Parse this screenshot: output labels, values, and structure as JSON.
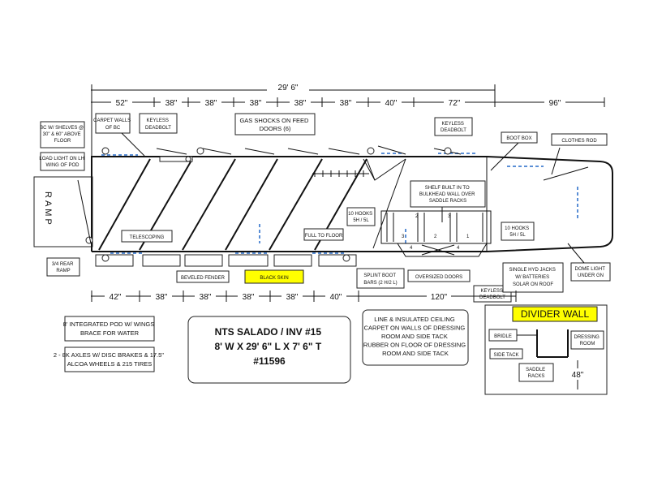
{
  "top_dims": {
    "overall": "29' 6\"",
    "segments": [
      "52\"",
      "38\"",
      "38\"",
      "38\"",
      "38\"",
      "38\"",
      "40\"",
      "72\""
    ],
    "nose": "96\""
  },
  "bottom_dims": {
    "segments": [
      "42\"",
      "38\"",
      "38\"",
      "38\"",
      "38\"",
      "40\""
    ],
    "rear": "120\""
  },
  "callouts": {
    "bc_shelves": [
      "BC W/ SHELVES @",
      "30\" & 60\" ABOVE",
      "FLOOR"
    ],
    "load_light": [
      "LOAD LIGHT ON LH",
      "WING OF POD"
    ],
    "carpet_walls": [
      "CARPET WALLS",
      "OF BC"
    ],
    "keyless_1": [
      "KEYLESS",
      "DEADBOLT"
    ],
    "gas_shocks": [
      "GAS SHOCKS ON FEED",
      "DOORS (6)"
    ],
    "keyless_2": [
      "KEYLESS",
      "DEADBOLT"
    ],
    "boot_box": "BOOT BOX",
    "clothes_rod": "CLOTHES ROD",
    "shelf_built": [
      "SHELF BUILT IN TO",
      "BULKHEAD WALL OVER",
      "SADDLE RACKS"
    ],
    "hooks_left": [
      "10 HOOKS",
      "5H / 5L"
    ],
    "hooks_right": [
      "10 HOOKS",
      "5H / 5L"
    ],
    "ramp": "RAMP",
    "telescoping": "TELESCOPING",
    "full_to_floor": "FULL TO FLOOR",
    "rear_ramp": [
      "3/4 REAR",
      "RAMP"
    ],
    "beveled_fender": "BEVELED FENDER",
    "black_skin": "BLACK SKIN",
    "splint_boot": [
      "SPLINT BOOT",
      "BARS (2 H/2 L)"
    ],
    "oversized_doors": "OVERSIZED DOORS",
    "keyless_3": [
      "KEYLESS",
      "DEADBOLT"
    ],
    "hyd_jacks": [
      "SINGLE HYD JACKS",
      "W/ BATTERIES",
      "SOLAR ON ROOF"
    ],
    "dome_light": [
      "DOME LIGHT",
      "UNDER GN"
    ],
    "rack_numbers": [
      "3",
      "2",
      "1",
      "2",
      "3",
      "4",
      "4"
    ]
  },
  "notes": {
    "pod": [
      "8' INTEGRATED POD W/ WINGS",
      "BRACE FOR WATER"
    ],
    "axles": [
      "2 - 8K AXLES W/ DISC BRAKES & 17.5\"",
      "ALCOA WHEELS & 215 TIRES"
    ],
    "title": [
      "NTS SALADO / INV #15",
      "8' W X 29' 6\" L X 7' 6\" T",
      "#11596"
    ],
    "ceiling": [
      "LINE & INSULATED CEILING",
      "CARPET ON WALLS OF DRESSING",
      "ROOM AND SIDE TACK",
      "RUBBER ON FLOOR OF DRESSING",
      "ROOM AND SIDE TACK"
    ]
  },
  "divider_wall": {
    "title": "DIVIDER WALL",
    "bridle": "BRIDLE",
    "dressing_room": [
      "DRESSING",
      "ROOM"
    ],
    "side_tack": "SIDE TACK",
    "saddle_racks": [
      "SADDLE",
      "RACKS"
    ],
    "dim": "48\""
  },
  "colors": {
    "highlight": "#ffff00",
    "dashed_blue": "#5b8fd6"
  }
}
